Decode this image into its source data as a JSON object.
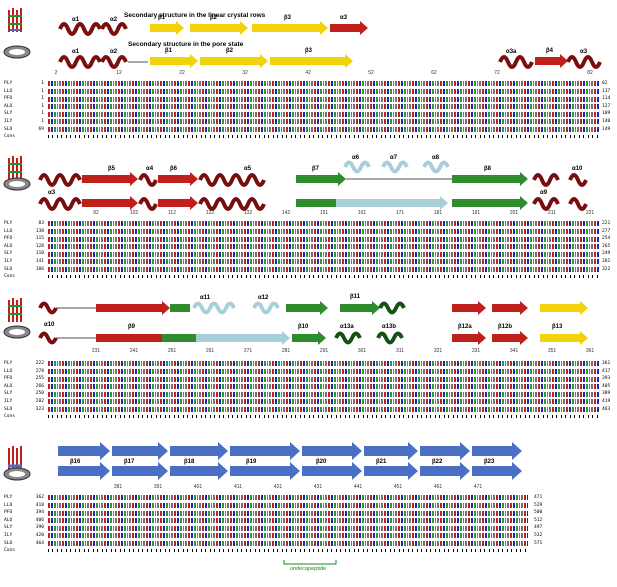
{
  "panel1": {
    "title_linear": "Secondary structure in the linear crystal rows",
    "title_pore": "Secondary structure in the pore state",
    "ss_top": [
      "α1",
      "α2",
      "β1",
      "β2",
      "β3",
      "α3"
    ],
    "ss_bottom": [
      "α1",
      "α2",
      "β1",
      "β2",
      "β3",
      "α3a",
      "β4",
      "α3"
    ],
    "ticks": [
      "2",
      "12",
      "22",
      "32",
      "42",
      "52",
      "62",
      "72",
      "82"
    ],
    "rows": [
      {
        "name": "PLY",
        "start": "1",
        "end": "82"
      },
      {
        "name": "LLO",
        "start": "1",
        "end": "137"
      },
      {
        "name": "PFO",
        "start": "1",
        "end": "114"
      },
      {
        "name": "ALO",
        "start": "1",
        "end": "127"
      },
      {
        "name": "SLY",
        "start": "1",
        "end": "109"
      },
      {
        "name": "ILY",
        "start": "1",
        "end": "140"
      },
      {
        "name": "SLO",
        "start": "69",
        "end": "149"
      },
      {
        "name": "Cons",
        "start": "",
        "end": ""
      }
    ]
  },
  "panel2": {
    "ss_top": [
      "α6",
      "α7",
      "α8"
    ],
    "ss_bottom": [
      "α3",
      "β5",
      "α4",
      "β6",
      "α5",
      "β7",
      "β8",
      "α9",
      "α10"
    ],
    "ticks": [
      "92",
      "102",
      "112",
      "122",
      "132",
      "142",
      "151",
      "161",
      "171",
      "181",
      "191",
      "201",
      "211",
      "221"
    ],
    "rows": [
      {
        "name": "PLY",
        "start": "83",
        "end": "221"
      },
      {
        "name": "LLO",
        "start": "138",
        "end": "277"
      },
      {
        "name": "PFO",
        "start": "115",
        "end": "254"
      },
      {
        "name": "ALO",
        "start": "128",
        "end": "265"
      },
      {
        "name": "SLY",
        "start": "110",
        "end": "249"
      },
      {
        "name": "ILY",
        "start": "141",
        "end": "281"
      },
      {
        "name": "SLO",
        "start": "186",
        "end": "322"
      },
      {
        "name": "Cons",
        "start": "",
        "end": ""
      }
    ]
  },
  "panel3": {
    "ss_top": [
      "α11",
      "α12",
      "β11"
    ],
    "ss_bottom": [
      "α10",
      "β9",
      "β10",
      "α13a",
      "α13b",
      "β12a",
      "β12b",
      "β13"
    ],
    "ticks": [
      "231",
      "241",
      "251",
      "261",
      "271",
      "281",
      "291",
      "301",
      "311",
      "321",
      "331",
      "341",
      "351",
      "361"
    ],
    "rows": [
      {
        "name": "PLY",
        "start": "222",
        "end": "361"
      },
      {
        "name": "LLO",
        "start": "278",
        "end": "417"
      },
      {
        "name": "PFO",
        "start": "255",
        "end": "393"
      },
      {
        "name": "ALO",
        "start": "266",
        "end": "405"
      },
      {
        "name": "SLY",
        "start": "250",
        "end": "389"
      },
      {
        "name": "ILY",
        "start": "282",
        "end": "419"
      },
      {
        "name": "SLO",
        "start": "323",
        "end": "463"
      },
      {
        "name": "Cons",
        "start": "",
        "end": ""
      }
    ]
  },
  "panel4": {
    "ss": [
      "β16",
      "β17",
      "β18",
      "β19",
      "β20",
      "β21",
      "β22",
      "β23"
    ],
    "ticks": [
      "381",
      "391",
      "401",
      "411",
      "421",
      "431",
      "441",
      "451",
      "461",
      "471"
    ],
    "rows": [
      {
        "name": "PLY",
        "start": "362",
        "end": "471"
      },
      {
        "name": "LLO",
        "start": "418",
        "end": "529"
      },
      {
        "name": "PFO",
        "start": "394",
        "end": "500"
      },
      {
        "name": "ALO",
        "start": "406",
        "end": "512"
      },
      {
        "name": "SLY",
        "start": "390",
        "end": "497"
      },
      {
        "name": "ILY",
        "start": "420",
        "end": "532"
      },
      {
        "name": "SLO",
        "start": "464",
        "end": "571"
      },
      {
        "name": "Cons",
        "start": "",
        "end": ""
      }
    ],
    "undecapeptide_label": "undecapeptide"
  },
  "colors": {
    "red": "#c0201c",
    "darkred": "#7a0d0d",
    "yellow": "#f2d20a",
    "green": "#2e8b2e",
    "lightblue": "#a6cfd8",
    "blue": "#4a6fc4",
    "darkgreen": "#145214"
  }
}
